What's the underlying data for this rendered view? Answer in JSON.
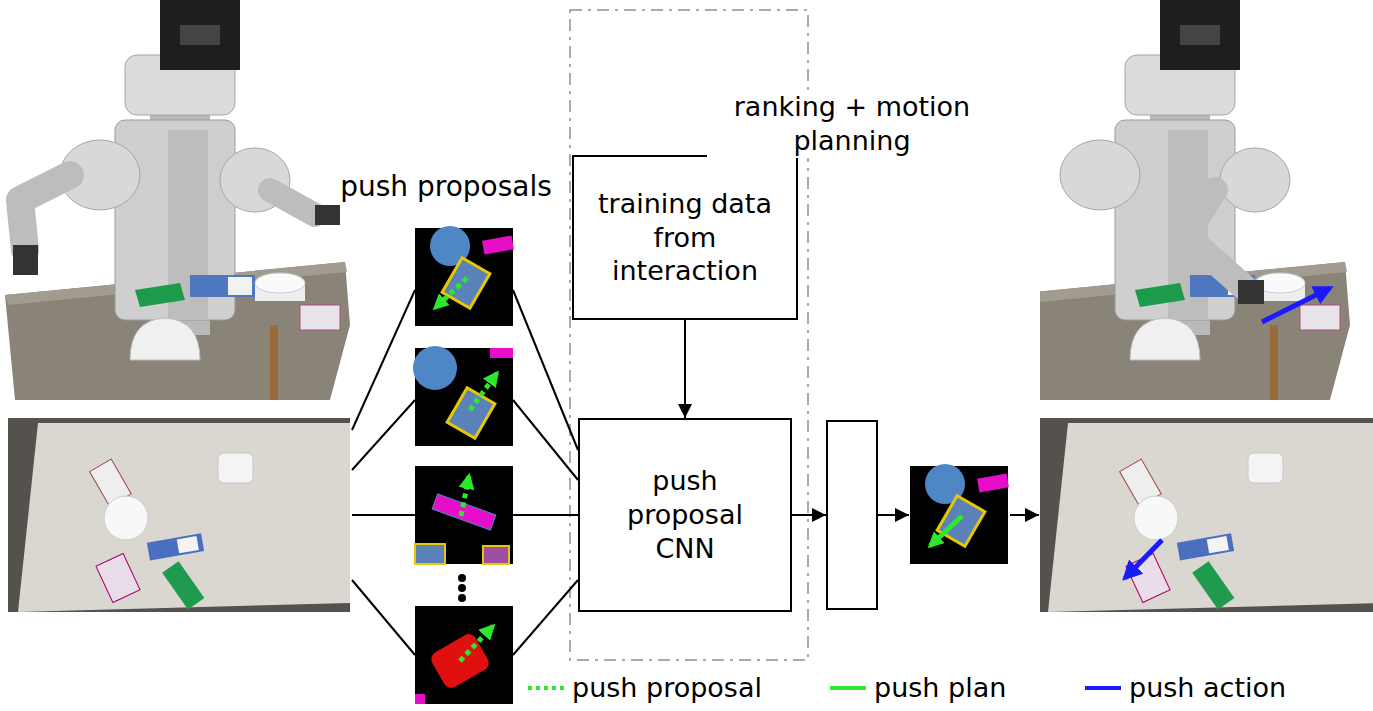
{
  "diagram": {
    "nodes": [
      {
        "text": [
          "training data from interaction"
        ]
      },
      {
        "text": [
          "push proposal CNN"
        ]
      },
      {
        "text": [
          "ranking + motion planning"
        ]
      }
    ],
    "edges": [
      {
        "from": 0,
        "to": 1,
        "arrow": "to"
      },
      {
        "from": 1,
        "to": 2,
        "arrow": "to"
      }
    ],
    "labels": [
      "push proposals"
    ],
    "legend": [
      {
        "text": "push proposal"
      },
      {
        "text": "push plan"
      },
      {
        "text": "push action"
      }
    ]
  }
}
